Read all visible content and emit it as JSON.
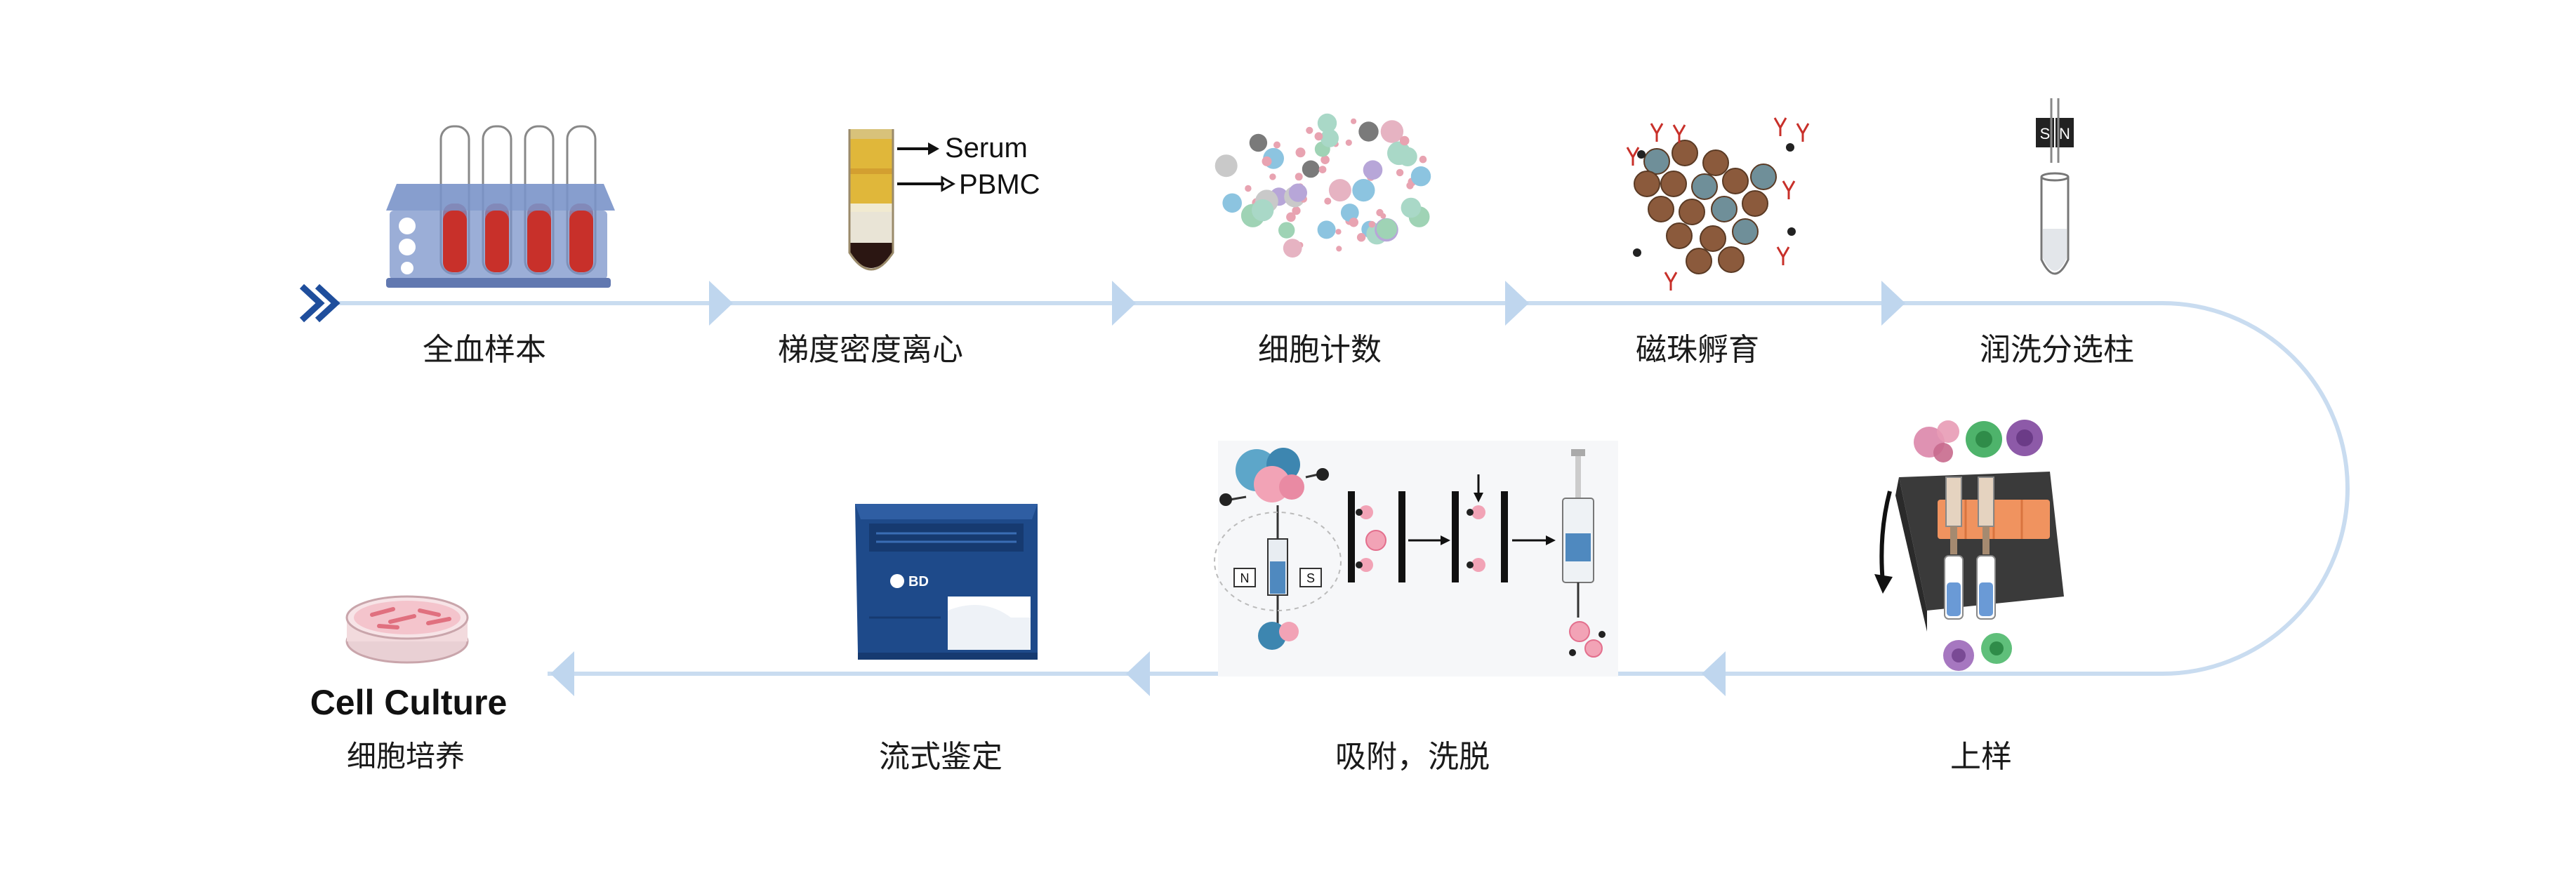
{
  "steps": {
    "s1": "全血样本",
    "s2": "梯度密度离心",
    "s3": "细胞计数",
    "s4": "磁珠孵育",
    "s5": "润洗分选柱",
    "s6": "上样",
    "s7": "吸附，洗脱",
    "s8": "流式鉴定",
    "s9_title": "Cell Culture",
    "s9_sub": "细胞培养"
  },
  "annotations": {
    "serum": "Serum",
    "pbmc": "PBMC",
    "magnet_s": "S",
    "magnet_n": "N",
    "column_n": "N",
    "column_s": "S",
    "cytometer_brand": "BD"
  },
  "colors": {
    "flow_line": "#c9dcf0",
    "flow_arrow": "#bfd6ee",
    "start_chevron": "#1f4e9c",
    "blood": "#c8302a",
    "rack": "#7a93c9",
    "cytometer": "#1e4a8a",
    "magnet_bead": "#8b5a3c"
  }
}
